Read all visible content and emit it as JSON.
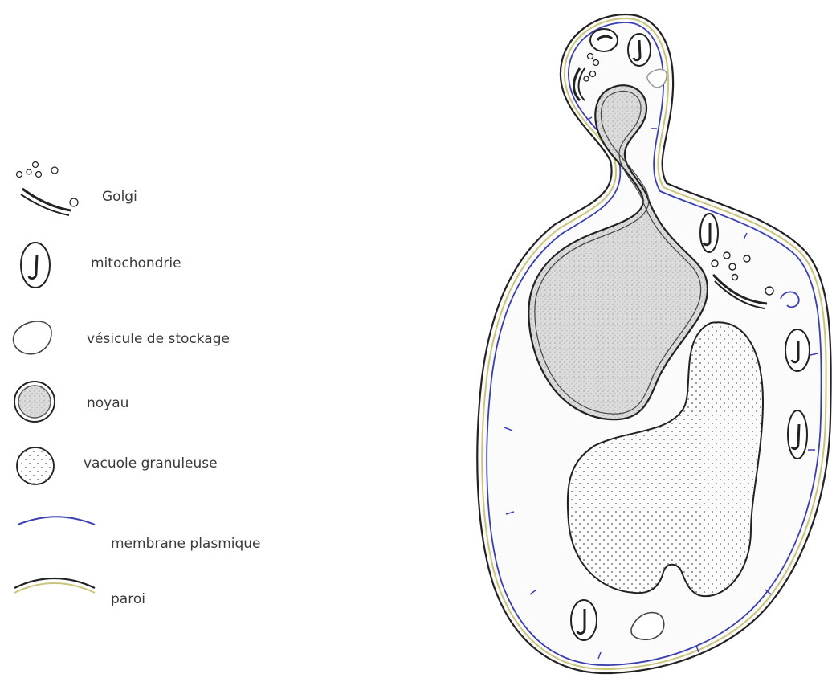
{
  "legend": {
    "golgi": "Golgi",
    "mitochondrie": "mitochondrie",
    "vesicule": "vésicule de stockage",
    "noyau": "noyau",
    "vacuole": "vacuole granuleuse",
    "membrane": "membrane plasmique",
    "paroi": "paroi"
  },
  "colors": {
    "membrane": "#3a3fb0",
    "paroi_inner": "#c9c47a",
    "outline": "#222222",
    "nucleus_fill": "#d8d8d8",
    "cytoplasm": "#fbfbfb"
  }
}
